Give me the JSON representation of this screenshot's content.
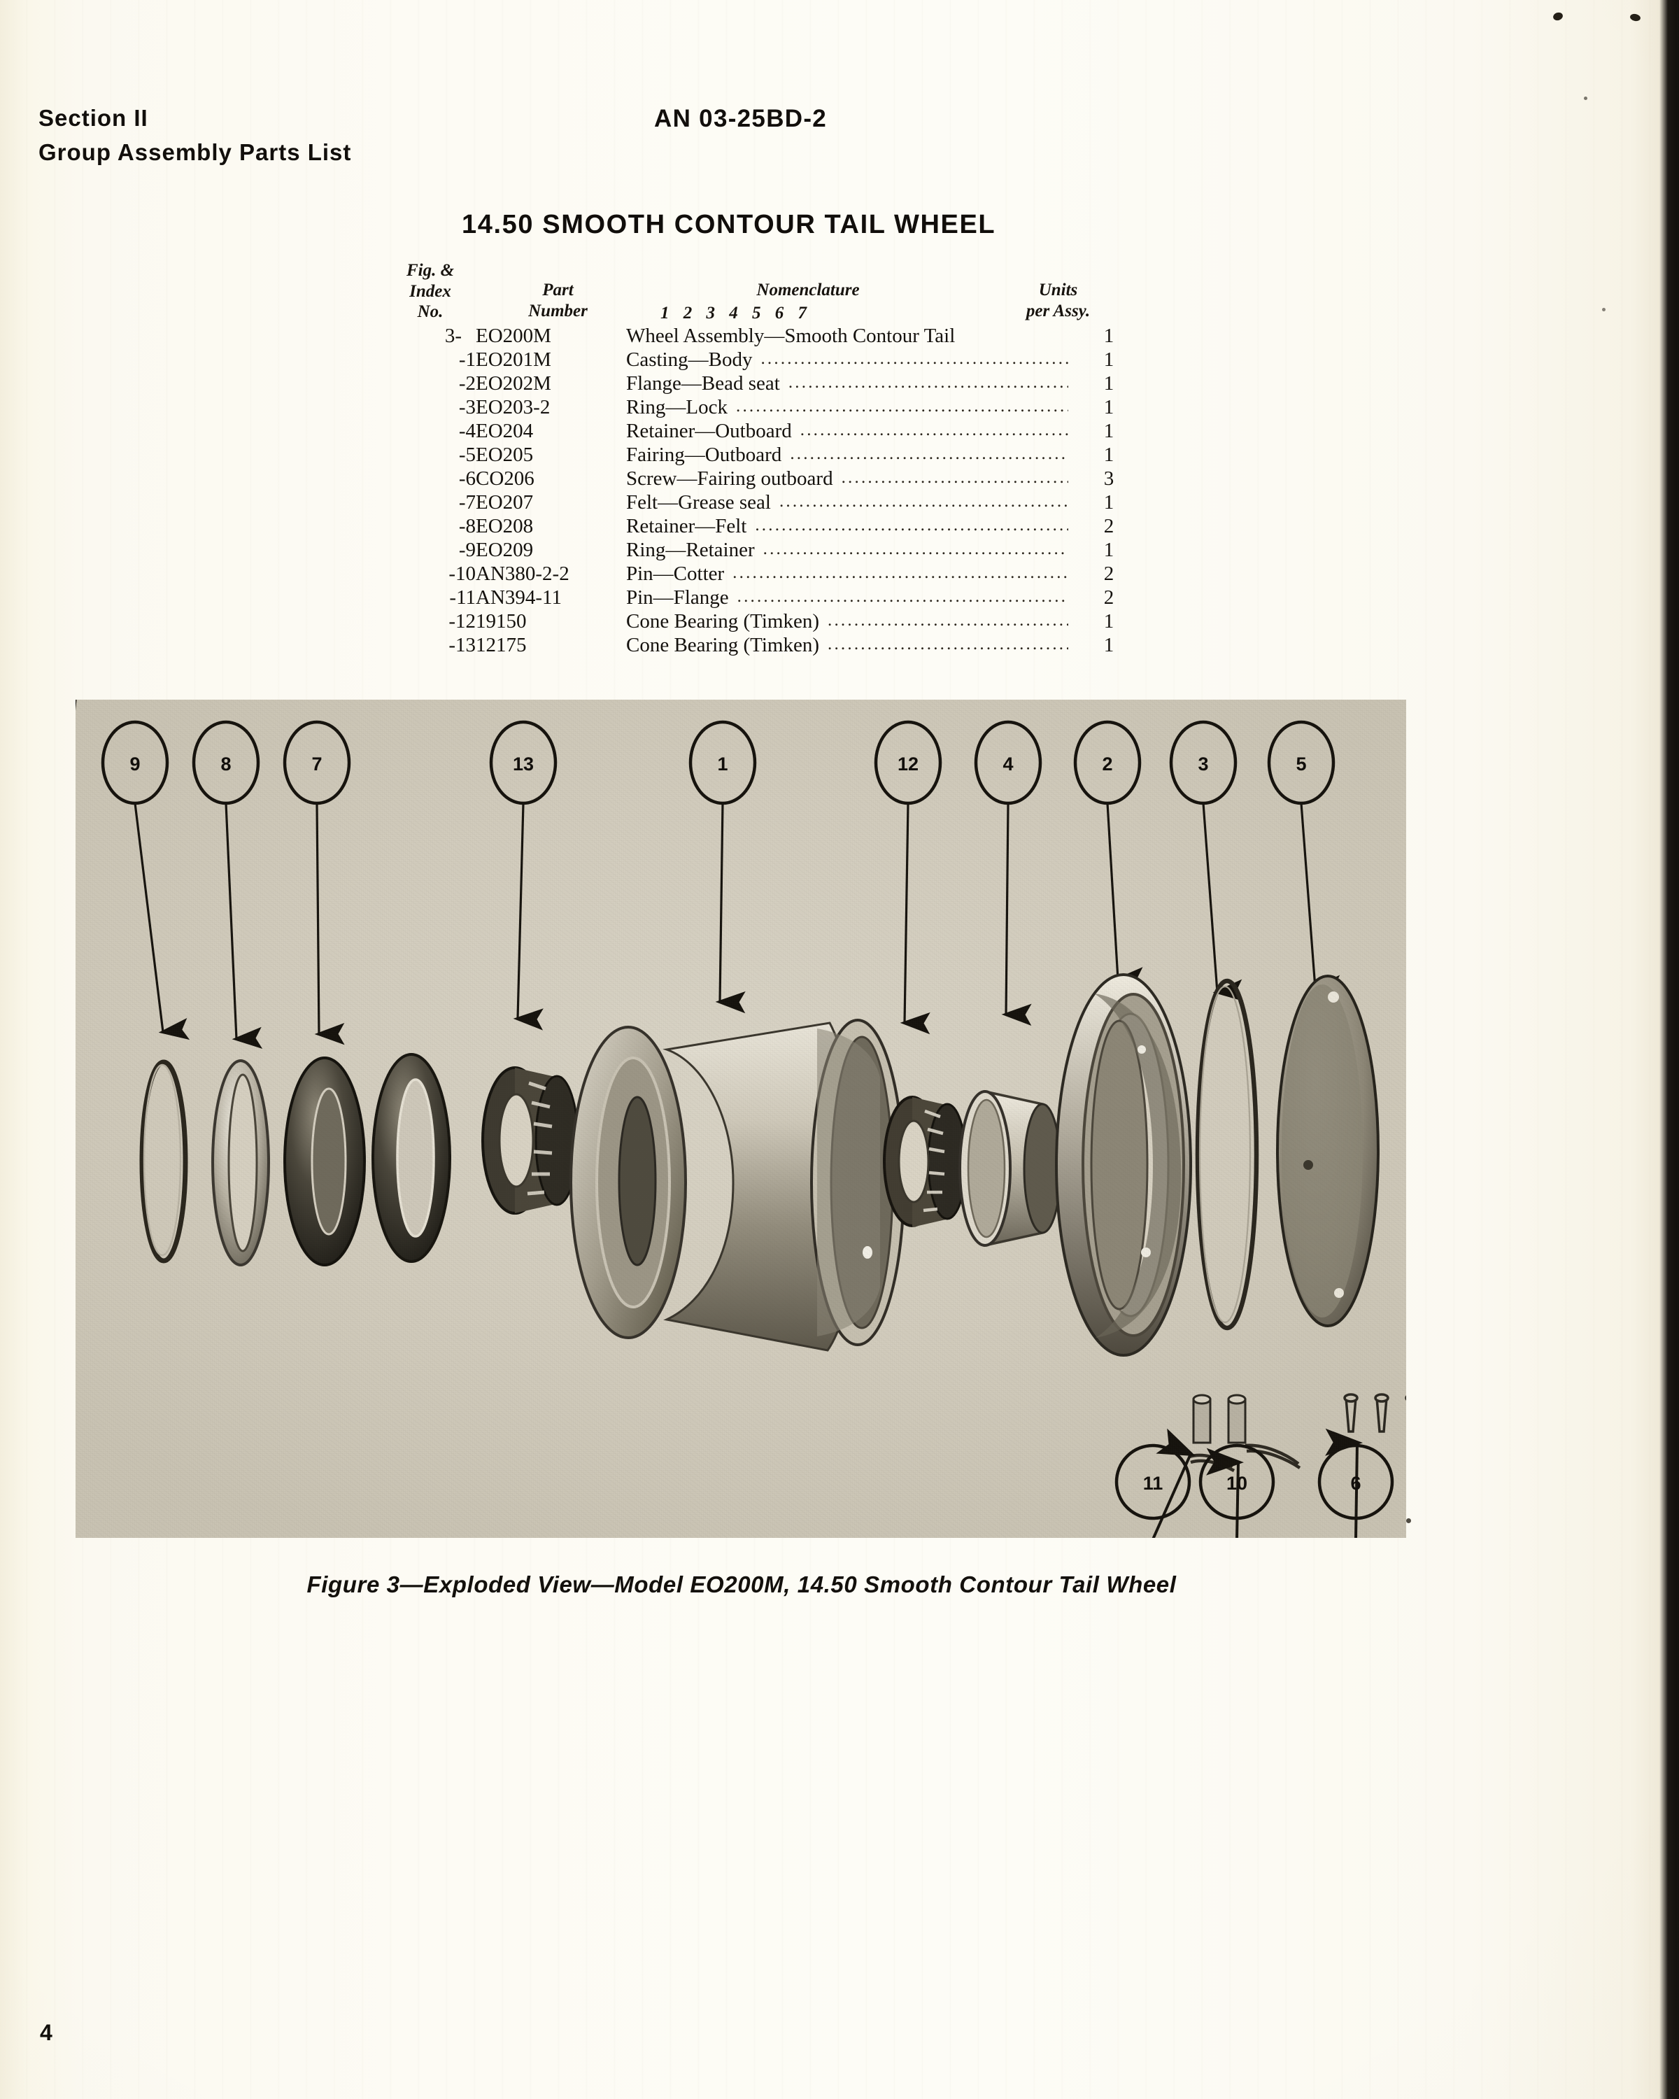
{
  "header": {
    "section": "Section II",
    "subsection": "Group Assembly Parts List",
    "doc_number": "AN 03-25BD-2"
  },
  "section_title": "14.50 SMOOTH CONTOUR TAIL WHEEL",
  "table": {
    "columns": {
      "fig_index_no_l1": "Fig. &",
      "fig_index_no_l2": "Index",
      "fig_index_no_l3": "No.",
      "part_number_l1": "Part",
      "part_number_l2": "Number",
      "nomenclature_l1": "Nomenclature",
      "nomenclature_levels": "1 2 3 4 5 6 7",
      "units_l1": "Units",
      "units_l2": "per Assy."
    },
    "rows": [
      {
        "index": "3-",
        "part_number": "EO200M",
        "nomenclature": "Wheel Assembly—Smooth Contour Tail",
        "leader": false,
        "qty": "1"
      },
      {
        "index": "-1",
        "part_number": "EO201M",
        "nomenclature": "Casting—Body",
        "leader": true,
        "qty": "1"
      },
      {
        "index": "-2",
        "part_number": "EO202M",
        "nomenclature": "Flange—Bead seat",
        "leader": true,
        "qty": "1"
      },
      {
        "index": "-3",
        "part_number": "EO203-2",
        "nomenclature": "Ring—Lock",
        "leader": true,
        "qty": "1"
      },
      {
        "index": "-4",
        "part_number": "EO204",
        "nomenclature": "Retainer—Outboard",
        "leader": true,
        "qty": "1"
      },
      {
        "index": "-5",
        "part_number": "EO205",
        "nomenclature": "Fairing—Outboard",
        "leader": true,
        "qty": "1"
      },
      {
        "index": "-6",
        "part_number": "CO206",
        "nomenclature": "Screw—Fairing outboard",
        "leader": true,
        "qty": "3"
      },
      {
        "index": "-7",
        "part_number": "EO207",
        "nomenclature": "Felt—Grease seal",
        "leader": true,
        "qty": "1"
      },
      {
        "index": "-8",
        "part_number": "EO208",
        "nomenclature": "Retainer—Felt",
        "leader": true,
        "qty": "2"
      },
      {
        "index": "-9",
        "part_number": "EO209",
        "nomenclature": "Ring—Retainer",
        "leader": true,
        "qty": "1"
      },
      {
        "index": "-10",
        "part_number": "AN380-2-2",
        "nomenclature": "Pin—Cotter",
        "leader": true,
        "qty": "2"
      },
      {
        "index": "-11",
        "part_number": "AN394-11",
        "nomenclature": "Pin—Flange",
        "leader": true,
        "qty": "2"
      },
      {
        "index": "-12",
        "part_number": "19150",
        "nomenclature": "Cone Bearing (Timken)",
        "leader": true,
        "qty": "1"
      },
      {
        "index": "-13",
        "part_number": "12175",
        "nomenclature": "Cone Bearing (Timken)",
        "leader": true,
        "qty": "1"
      }
    ]
  },
  "figure": {
    "caption": "Figure 3—Exploded View—Model EO200M, 14.50 Smooth Contour Tail Wheel",
    "callouts_top": [
      "9",
      "8",
      "7",
      "13",
      "1",
      "12",
      "4",
      "2",
      "3",
      "5"
    ],
    "callouts_bottom": [
      "11",
      "10",
      "6"
    ]
  },
  "page_number": "4",
  "colors": {
    "paper": "#fbf9f0",
    "ink": "#15120e",
    "photo_background": "#d2ccbd"
  }
}
